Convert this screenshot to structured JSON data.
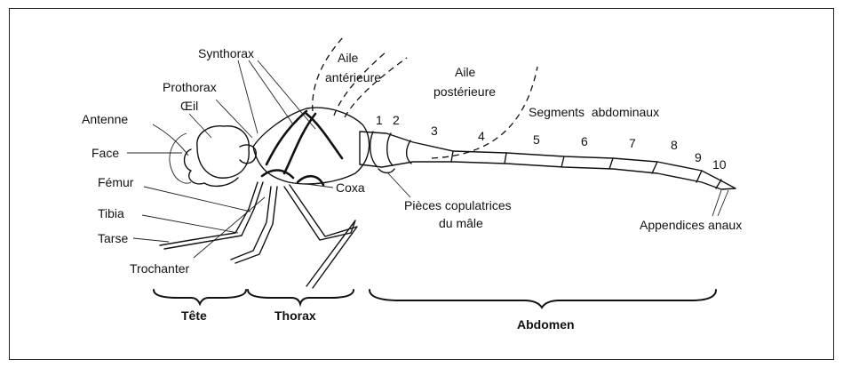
{
  "labels": {
    "synthorax": "Synthorax",
    "aile_anterieure_1": "Aile",
    "aile_anterieure_2": "antérieure",
    "aile_posterieure_1": "Aile",
    "aile_posterieure_2": "postérieure",
    "prothorax": "Prothorax",
    "oeil": "Œil",
    "antenne": "Antenne",
    "face": "Face",
    "femur": "Fémur",
    "tibia": "Tibia",
    "tarse": "Tarse",
    "trochanter": "Trochanter",
    "coxa": "Coxa",
    "pieces_1": "Pièces copulatrices",
    "pieces_2": "du mâle",
    "segments": "Segments  abdominaux",
    "appendices": "Appendices anaux"
  },
  "segment_numbers": [
    "1",
    "2",
    "3",
    "4",
    "5",
    "6",
    "7",
    "8",
    "9",
    "10"
  ],
  "regions": {
    "tete": "Tête",
    "thorax": "Thorax",
    "abdomen": "Abdomen"
  }
}
